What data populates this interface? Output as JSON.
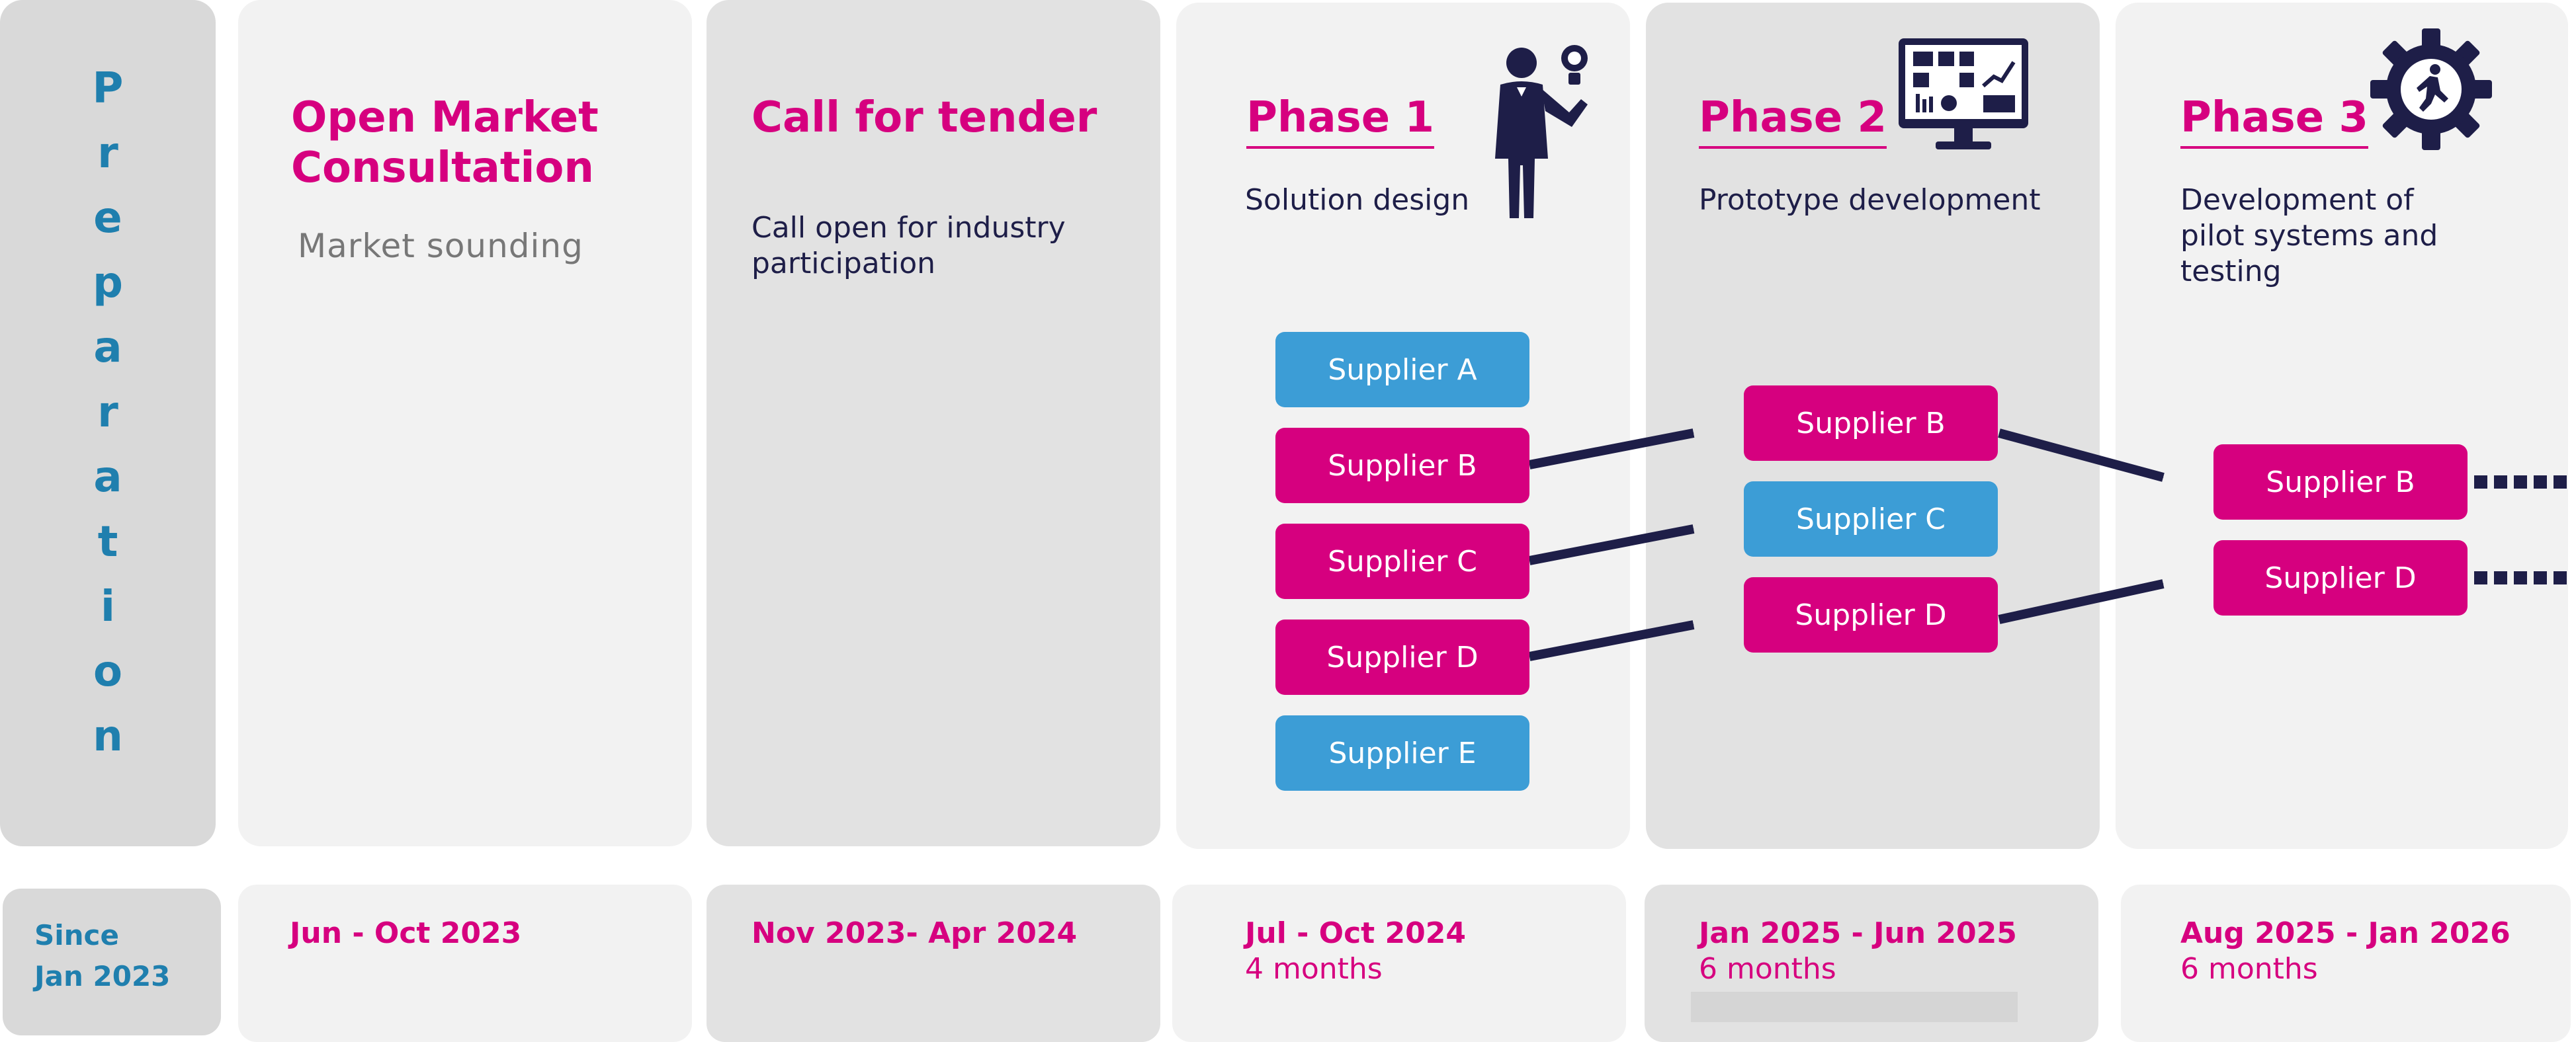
{
  "preparation": {
    "letters": [
      "P",
      "r",
      "e",
      "p",
      "a",
      "r",
      "a",
      "t",
      "i",
      "o",
      "n"
    ],
    "since": [
      "Since",
      "Jan 2023"
    ]
  },
  "stages": [
    {
      "title_lines": [
        "Open Market",
        "Consultation"
      ],
      "description": "Market sounding",
      "date": "Jun - Oct 2023",
      "duration": ""
    },
    {
      "title_lines": [
        "Call for tender"
      ],
      "description_lines": [
        "Call open for industry",
        "participation"
      ],
      "date": "Nov 2023- Apr 2024",
      "duration": ""
    },
    {
      "title_lines": [
        "Phase 1"
      ],
      "description_lines": [
        "Solution design"
      ],
      "date": "Jul - Oct 2024",
      "duration": "4 months",
      "icon": "businessman-idea-icon"
    },
    {
      "title_lines": [
        "Phase 2"
      ],
      "description_lines": [
        "Prototype development"
      ],
      "date": "Jan 2025 - Jun 2025",
      "duration": "6 months",
      "icon": "monitor-dashboard-icon"
    },
    {
      "title_lines": [
        "Phase 3"
      ],
      "description_lines": [
        "Development of",
        "pilot systems and",
        "testing"
      ],
      "date": "Aug 2025 - Jan 2026",
      "duration": "6 months",
      "icon": "gear-runner-icon"
    }
  ],
  "phase1_suppliers": [
    {
      "name": "Supplier A",
      "selected": false
    },
    {
      "name": "Supplier B",
      "selected": true
    },
    {
      "name": "Supplier C",
      "selected": true
    },
    {
      "name": "Supplier D",
      "selected": true
    },
    {
      "name": "Supplier E",
      "selected": false
    }
  ],
  "phase2_suppliers": [
    {
      "name": "Supplier B",
      "selected": true
    },
    {
      "name": "Supplier C",
      "selected": false
    },
    {
      "name": "Supplier D",
      "selected": true
    }
  ],
  "phase3_suppliers": [
    {
      "name": "Supplier B",
      "selected": true
    },
    {
      "name": "Supplier D",
      "selected": true
    }
  ],
  "colors": {
    "magenta": "#d6007f",
    "blue": "#3c9dd6",
    "navy": "#1e1e48",
    "teal": "#1f7fae"
  }
}
